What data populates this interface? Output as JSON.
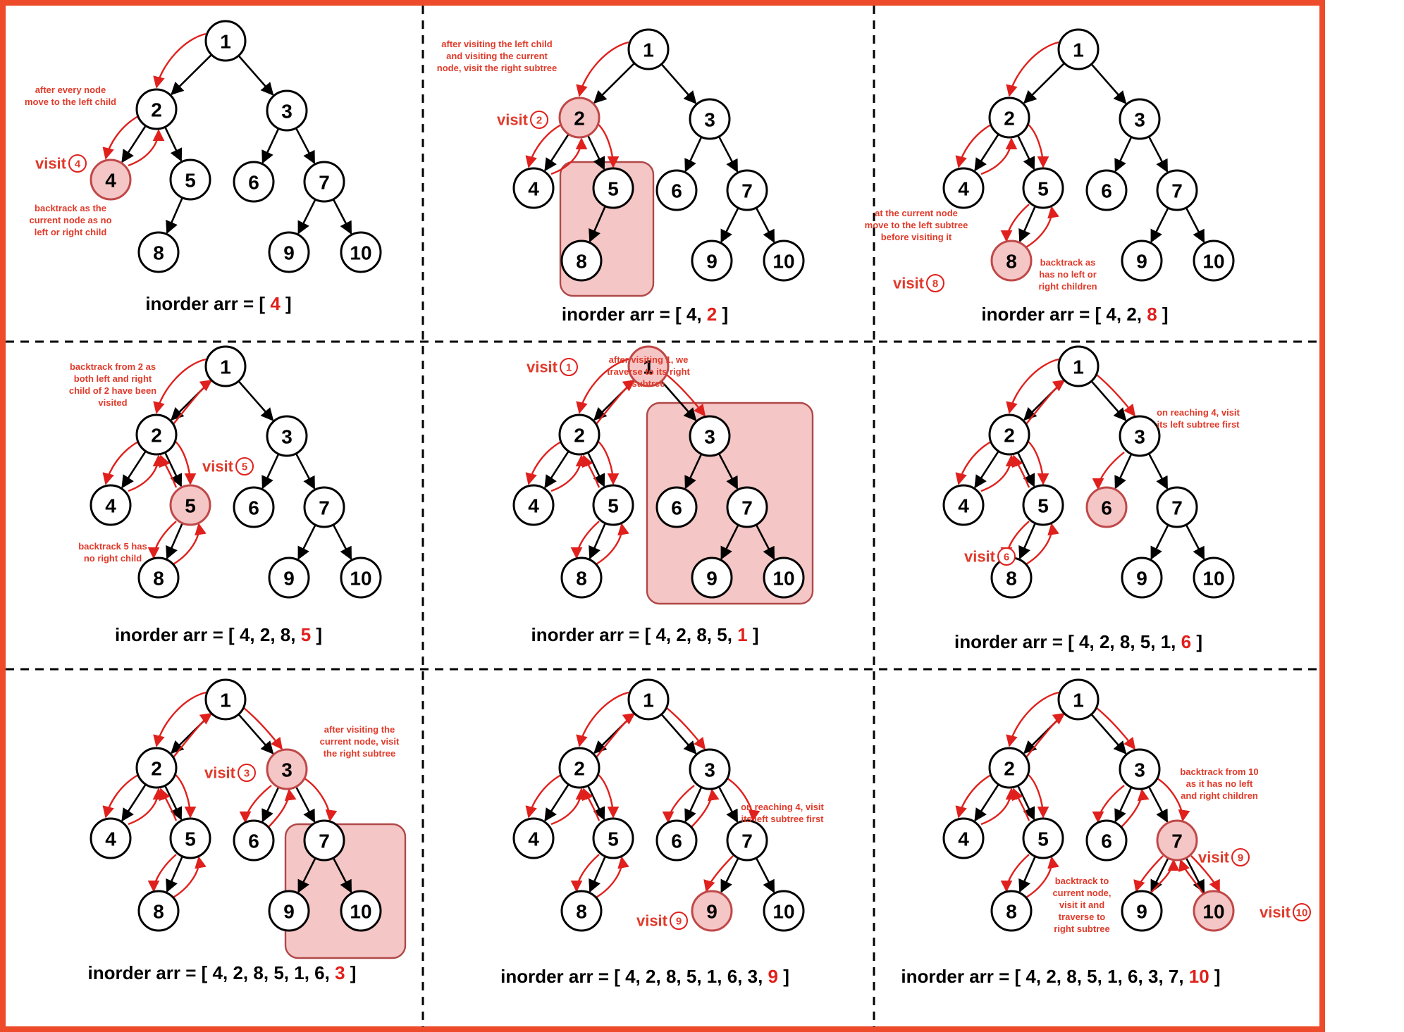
{
  "colors": {
    "frame": "#ee4b2b",
    "accent": "#e0201c",
    "highlight_fill": "#f5c6c6",
    "highlight_stroke": "#b04848"
  },
  "tree": {
    "nodes": [
      "1",
      "2",
      "3",
      "4",
      "5",
      "6",
      "7",
      "8",
      "9",
      "10"
    ],
    "edges": [
      [
        "1",
        "2"
      ],
      [
        "1",
        "3"
      ],
      [
        "2",
        "4"
      ],
      [
        "2",
        "5"
      ],
      [
        "5",
        "8"
      ],
      [
        "3",
        "6"
      ],
      [
        "3",
        "7"
      ],
      [
        "7",
        "9"
      ],
      [
        "7",
        "10"
      ]
    ]
  },
  "result_prefix": "inorder arr = [",
  "result_suffix": "]",
  "visit_word": "visit",
  "panels": [
    {
      "highlight": [
        "4"
      ],
      "subtree": null,
      "visit": "4",
      "result": [
        "4"
      ],
      "annotations": [
        [
          "after every node",
          "move to the left child"
        ],
        [
          "backtrack as the",
          "current node as no",
          "left or right child"
        ]
      ]
    },
    {
      "highlight": [
        "2"
      ],
      "subtree": "5",
      "visit": "2",
      "result": [
        "4",
        "2"
      ],
      "annotations": [
        [
          "after visiting the left child",
          "and visiting the current",
          "node, visit the right subtree"
        ]
      ]
    },
    {
      "highlight": [
        "8"
      ],
      "subtree": null,
      "visit": "8",
      "result": [
        "4",
        "2",
        "8"
      ],
      "annotations": [
        [
          "at the current node",
          "move to the left subtree",
          "before visiting it"
        ],
        [
          "backtrack as",
          "has no left or",
          "right children"
        ]
      ]
    },
    {
      "highlight": [
        "5"
      ],
      "subtree": null,
      "visit": "5",
      "result": [
        "4",
        "2",
        "8",
        "5"
      ],
      "annotations": [
        [
          "backtrack from 2 as",
          "both left and right",
          "child of 2 have been",
          "visited"
        ],
        [
          "backtrack 5 has",
          "no right child"
        ]
      ]
    },
    {
      "highlight": [
        "1"
      ],
      "subtree": "3",
      "visit": "1",
      "result": [
        "4",
        "2",
        "8",
        "5",
        "1"
      ],
      "annotations": [
        [
          "after visiting 1, we",
          "traverse to its right",
          "subtree"
        ]
      ]
    },
    {
      "highlight": [
        "6"
      ],
      "subtree": null,
      "visit": "6",
      "result": [
        "4",
        "2",
        "8",
        "5",
        "1",
        "6"
      ],
      "annotations": [
        [
          "on reaching 4, visit",
          "its left subtree first"
        ]
      ]
    },
    {
      "highlight": [
        "3"
      ],
      "subtree": "7",
      "visit": "3",
      "result": [
        "4",
        "2",
        "8",
        "5",
        "1",
        "6",
        "3"
      ],
      "annotations": [
        [
          "after visiting the",
          "current node, visit",
          "the right subtree"
        ]
      ]
    },
    {
      "highlight": [
        "9"
      ],
      "subtree": null,
      "visit": "9",
      "result": [
        "4",
        "2",
        "8",
        "5",
        "1",
        "6",
        "3",
        "9"
      ],
      "annotations": [
        [
          "on reaching 4, visit",
          "its left subtree first"
        ]
      ]
    },
    {
      "highlight": [
        "7",
        "10"
      ],
      "subtree": null,
      "visit": [
        "9",
        "10"
      ],
      "result": [
        "4",
        "2",
        "8",
        "5",
        "1",
        "6",
        "3",
        "7",
        "10"
      ],
      "annotations": [
        [
          "backtrack from 10",
          "as it has no left",
          "and right children"
        ],
        [
          "backtrack  to",
          "current node,",
          "visit  it  and",
          "traverse  to",
          "right subtree"
        ]
      ]
    }
  ]
}
